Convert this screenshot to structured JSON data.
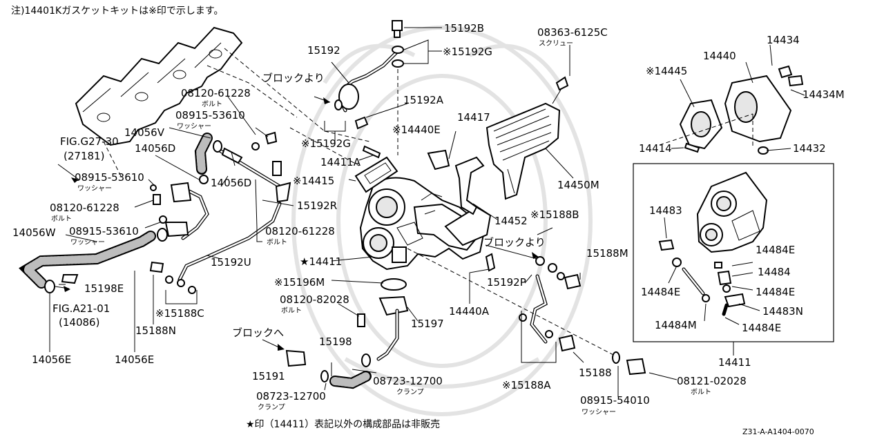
{
  "header_note": "注)14401Kガスケットキットは※印で示します。",
  "footer_note": "★印（14411）表記以外の構成部品は非販売",
  "drawing_code": "Z31-A-A1404-0070",
  "labels": {
    "p15192B": "15192B",
    "p15192": "15192",
    "p15192G": "※15192G",
    "p15192A": "15192A",
    "p15192G_2": "※15192G",
    "p15192R": "15192R",
    "p15192U": "15192U",
    "p15192P": "15192P",
    "p08363": "08363-6125C",
    "p08363_sub": "スクリュー",
    "p14434": "14434",
    "p14434M": "14434M",
    "p14440": "14440",
    "p14445": "※14445",
    "p14414": "14414",
    "p14432": "14432",
    "p14417": "14417",
    "p14440E": "※14440E",
    "p14411A": "14411A",
    "p14415": "※14415",
    "p14450M": "14450M",
    "p14452": "14452",
    "p15188B": "※15188B",
    "p15188M": "15188M",
    "p14411_star": "★14411",
    "p15196M": "※15196M",
    "p08120_82028": "08120-82028",
    "p08120_82028_sub": "ボルト",
    "p15197": "15197",
    "p14440A": "14440A",
    "p15198": "15198",
    "p15191": "15191",
    "p08723_a": "08723-12700",
    "p08723_a_sub": "クランプ",
    "p08723_b": "08723-12700",
    "p08723_b_sub": "クランプ",
    "p15188A": "※15188A",
    "p15188": "15188",
    "p08915_54010": "08915-54010",
    "p08915_54010_sub": "ワッシャー",
    "p08121": "08121-02028",
    "p08121_sub": "ボルト",
    "p14411_box": "14411",
    "p14483": "14483",
    "p14484E_1": "14484E",
    "p14484": "14484",
    "p14484E_2": "14484E",
    "p14484E_left": "14484E",
    "p14483N": "14483N",
    "p14484M": "14484M",
    "p14484E_3": "14484E",
    "p08120_61228_a": "08120-61228",
    "p08120_61228_a_sub": "ボルト",
    "p08915_53610_a": "08915-53610",
    "p08915_53610_a_sub": "ワッシャー",
    "p14056V": "14056V",
    "p14056D_a": "14056D",
    "p14056D_b": "14056D",
    "pFIGG27": "FIG.G27-30",
    "pFIGG27_sub": "(27181)",
    "p08915_53610_b": "08915-53610",
    "p08915_53610_b_sub": "ワッシャー",
    "p08120_61228_b": "08120-61228",
    "p08120_61228_b_sub": "ボルト",
    "p08915_53610_c": "08915-53610",
    "p08915_53610_c_sub": "ワッシャー",
    "p14056W": "14056W",
    "p15198E": "15198E",
    "pFIGA21": "FIG.A21-01",
    "pFIGA21_sub": "(14086)",
    "p14056E_a": "14056E",
    "p14056E_b": "14056E",
    "p15188N": "15188N",
    "p15188C": "※15188C",
    "p08120_61228_c": "08120-61228",
    "p08120_61228_c_sub": "ボルト",
    "block_from_1": "ブロックより",
    "block_from_2": "ブロックより",
    "block_to": "ブロックへ"
  }
}
